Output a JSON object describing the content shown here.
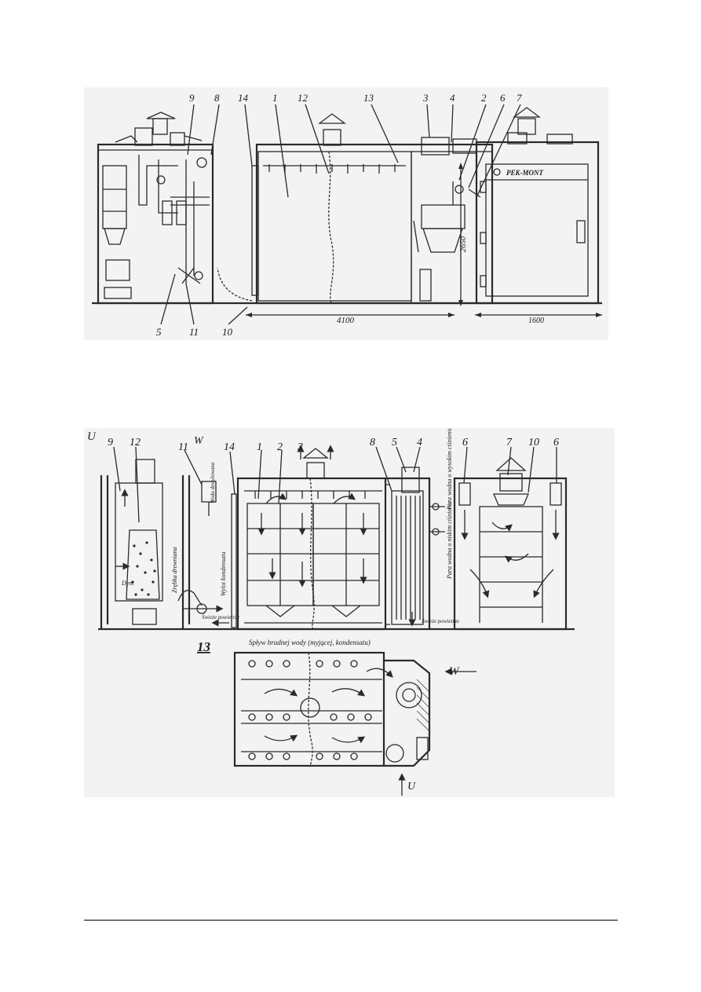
{
  "figure1": {
    "callouts": [
      "9",
      "8",
      "14",
      "1",
      "12",
      "13",
      "3",
      "4",
      "2",
      "6",
      "7",
      "5",
      "11",
      "10"
    ],
    "brand": "PEK-MONT",
    "dimensions": {
      "width": "4100",
      "height": "2650",
      "depth": "1600"
    }
  },
  "figure2": {
    "corner_labels": {
      "left_u": "U",
      "top_w": "W",
      "plan_w": "W",
      "plan_u": "U"
    },
    "callouts": [
      "9",
      "12",
      "11",
      "14",
      "1",
      "2",
      "3",
      "8",
      "5",
      "4",
      "6",
      "7",
      "10",
      "6"
    ],
    "callout_13": "13",
    "annotations": {
      "wood_chips": "Zrębka drewniana",
      "smoke": "Dym",
      "distilled_water": "Woda destylowana",
      "condensate_outlet": "Wylot kondensatu",
      "fresh_air_left": "Świeże powietrze",
      "fresh_air_right": "Świeże powietrze",
      "steam_high": "Para wodna o wysokim ciśnieniu",
      "steam_low": "Para wodna o niskim ciśnieniu",
      "drain": "Spływ brudnej wody (myjącej, kondensatu)"
    }
  }
}
